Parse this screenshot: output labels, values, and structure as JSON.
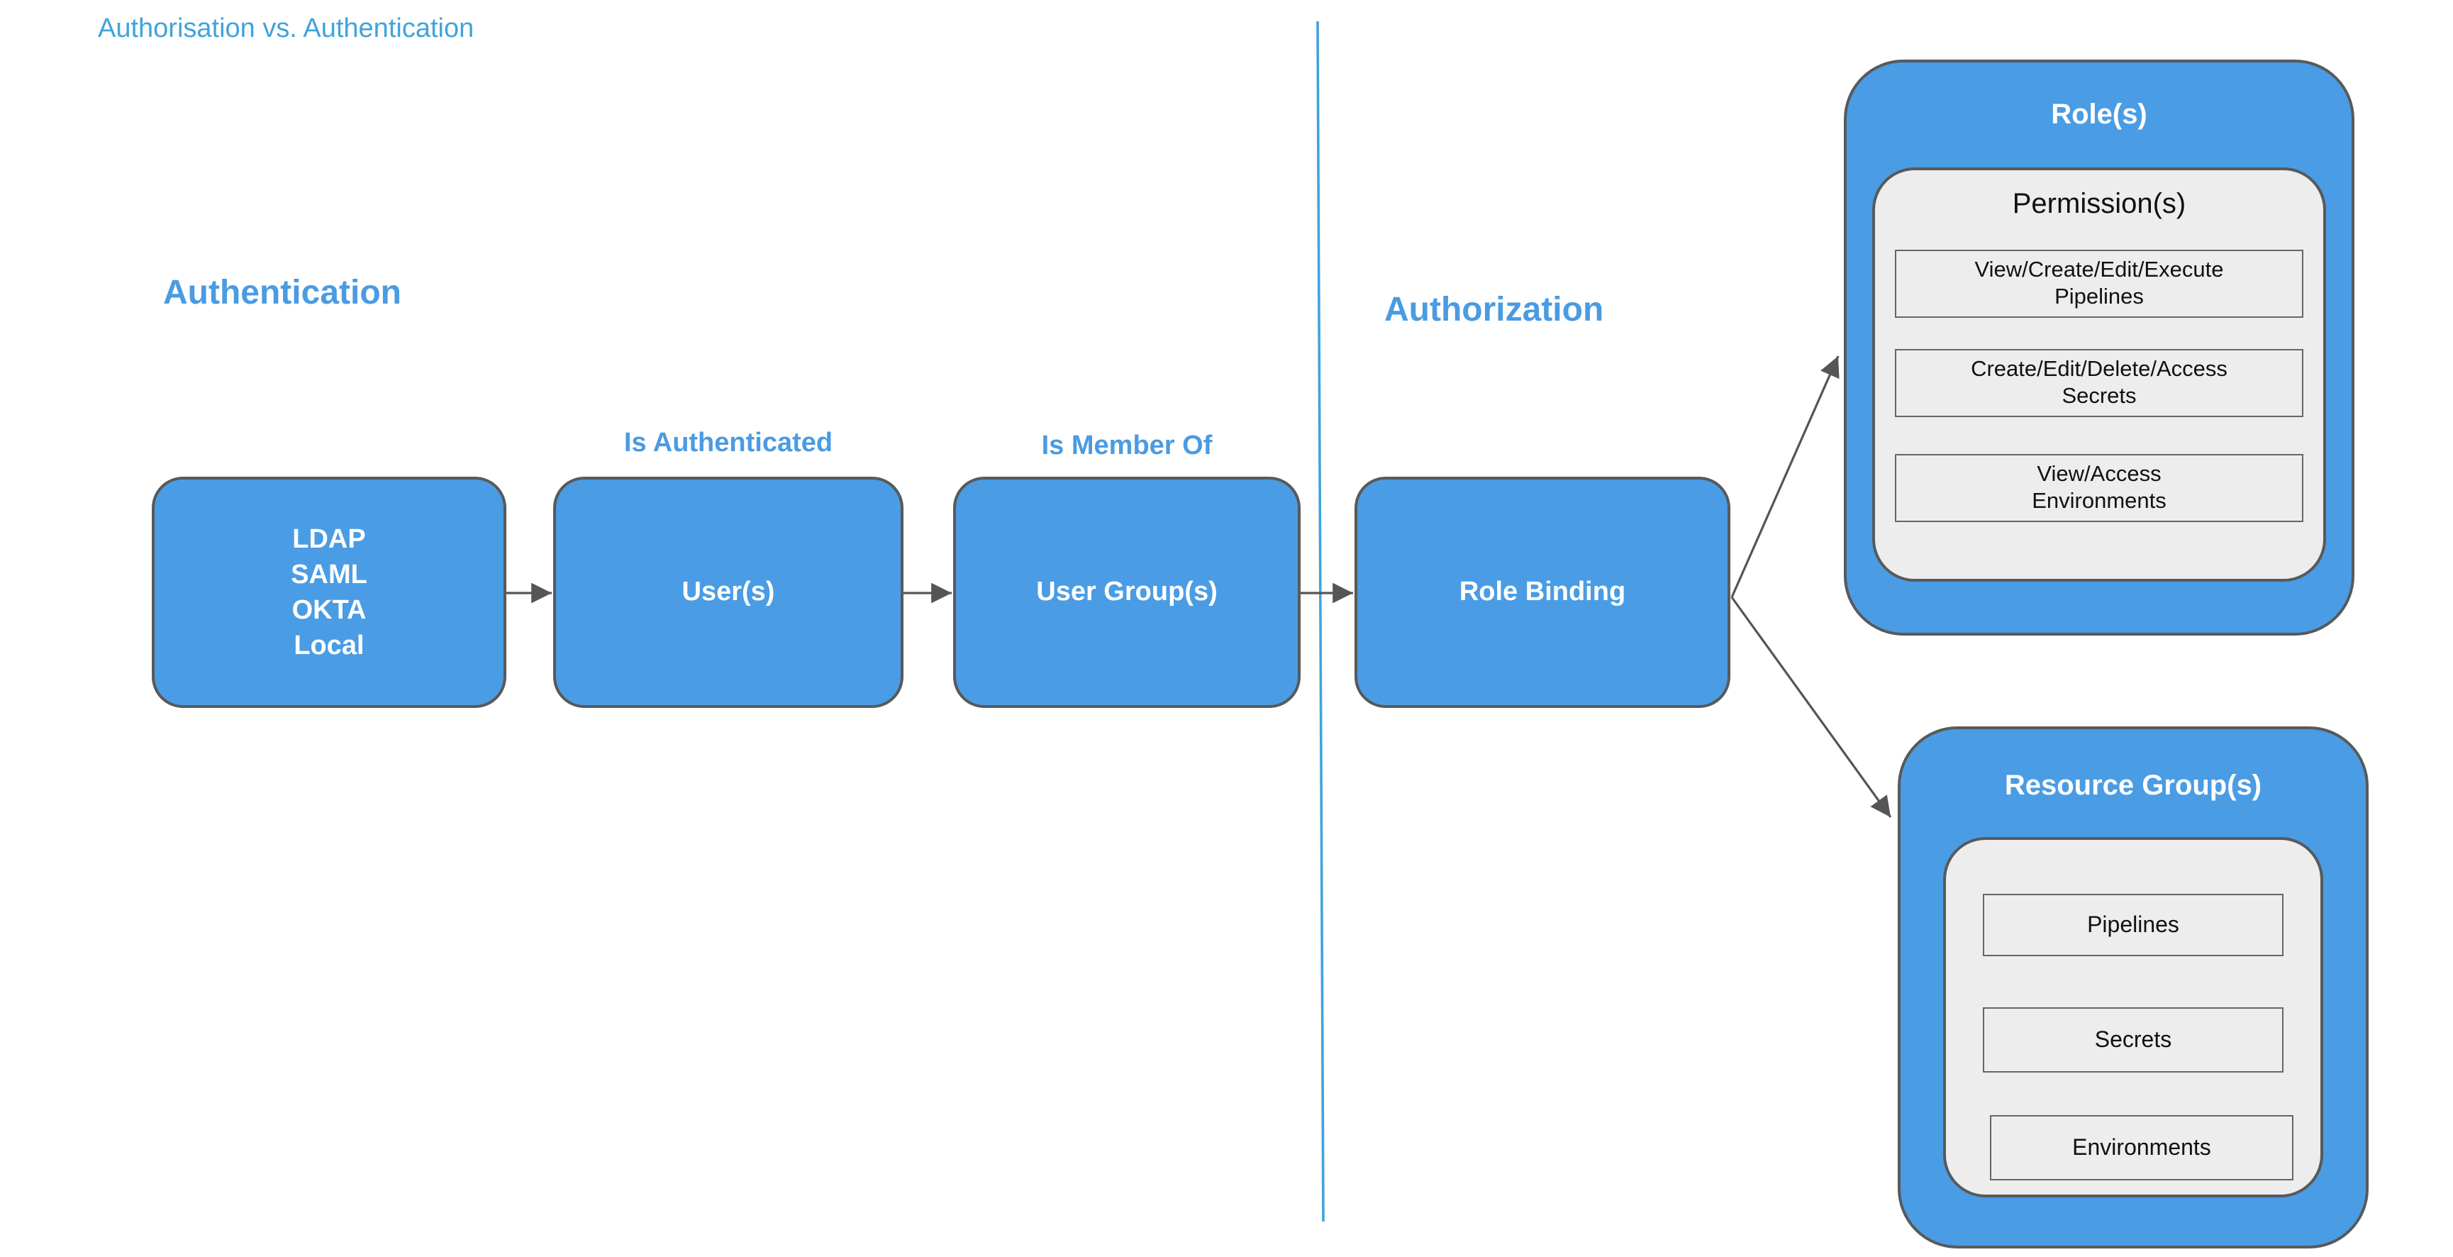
{
  "page": {
    "title": "Authorisation vs. Authentication"
  },
  "sections": {
    "authentication": {
      "heading": "Authentication"
    },
    "authorization": {
      "heading": "Authorization"
    }
  },
  "nodes": {
    "identity_providers": {
      "lines": [
        "LDAP",
        "SAML",
        "OKTA",
        "Local"
      ]
    },
    "users": {
      "label": "User(s)",
      "annotation": "Is Authenticated"
    },
    "user_groups": {
      "label": "User Group(s)",
      "annotation": "Is Member Of"
    },
    "role_binding": {
      "label": "Role Binding"
    },
    "roles": {
      "title": "Role(s)",
      "panel_title": "Permission(s)",
      "permissions": [
        {
          "line1": "View/Create/Edit/Execute",
          "line2": "Pipelines"
        },
        {
          "line1": "Create/Edit/Delete/Access",
          "line2": "Secrets"
        },
        {
          "line1": "View/Access",
          "line2": "Environments"
        }
      ]
    },
    "resource_groups": {
      "title": "Resource Group(s)",
      "resources": [
        {
          "label": "Pipelines"
        },
        {
          "label": "Secrets"
        },
        {
          "label": "Environments"
        }
      ]
    }
  },
  "connectors": [
    {
      "name": "identity-providers-to-users"
    },
    {
      "name": "users-to-user-groups"
    },
    {
      "name": "user-groups-to-role-binding"
    },
    {
      "name": "role-binding-to-roles"
    },
    {
      "name": "role-binding-to-resource-groups"
    },
    {
      "name": "section-divider"
    }
  ],
  "colors": {
    "canvas_bg": "#ffffff",
    "node_fill": "#4a9ce4",
    "node_border": "#58595b",
    "node_text": "#ffffff",
    "panel_fill": "#ededee",
    "panel_border": "#58595b",
    "inner_box_fill": "#ededee",
    "inner_box_border": "#666666",
    "inner_text": "#111111",
    "title_text": "#41a3dc",
    "heading_text": "#4a9be2",
    "annotation_text": "#4a9be2",
    "arrow": "#555555",
    "divider": "#41a3dc"
  }
}
